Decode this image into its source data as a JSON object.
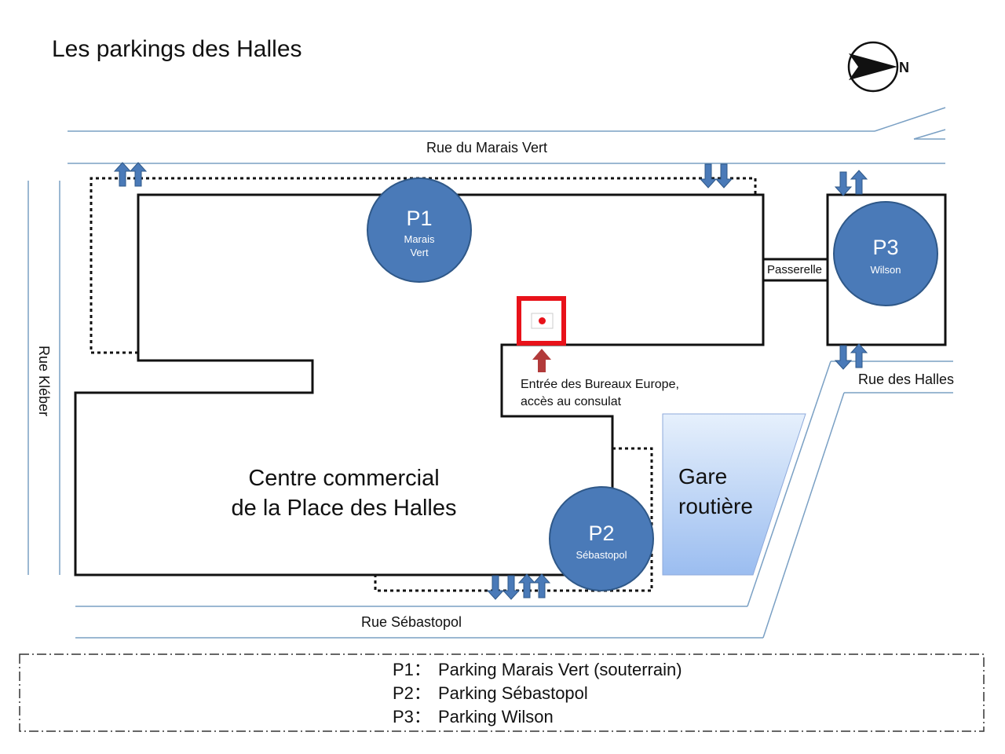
{
  "title": "Les parkings des Halles",
  "compass": {
    "label": "N",
    "icon": "north-arrow-icon"
  },
  "streets": {
    "marais_vert": "Rue du Marais Vert",
    "kleber": "Rue Kléber",
    "sebastopol": "Rue Sébastopol",
    "halles": "Rue des Halles"
  },
  "mall": {
    "line1": "Centre commercial",
    "line2": "de la Place des Halles"
  },
  "passerelle": "Passerelle",
  "bus_station": {
    "line1": "Gare",
    "line2": "routière"
  },
  "entrance": {
    "line1": "Entrée des Bureaux Europe,",
    "line2": "accès au consulat",
    "icon": "japan-flag-icon"
  },
  "parkings": [
    {
      "code": "P1",
      "sub1": "Marais",
      "sub2": "Vert"
    },
    {
      "code": "P2",
      "sub1": "Sébastopol",
      "sub2": ""
    },
    {
      "code": "P3",
      "sub1": "Wilson",
      "sub2": ""
    }
  ],
  "legend": [
    {
      "code": "P1：",
      "text": "Parking Marais Vert (souterrain)"
    },
    {
      "code": "P2：",
      "text": "Parking Sébastopol"
    },
    {
      "code": "P3：",
      "text": "Parking Wilson"
    }
  ],
  "colors": {
    "parking": "#4a7ab8",
    "parking_border": "#2f5888",
    "street_line": "#7aa0c4",
    "flag_frame": "#e8121a",
    "entrance_arrow": "#b23a3a",
    "bus_fill_top": "#e6f0fc",
    "bus_fill_bottom": "#9bbdf0"
  }
}
